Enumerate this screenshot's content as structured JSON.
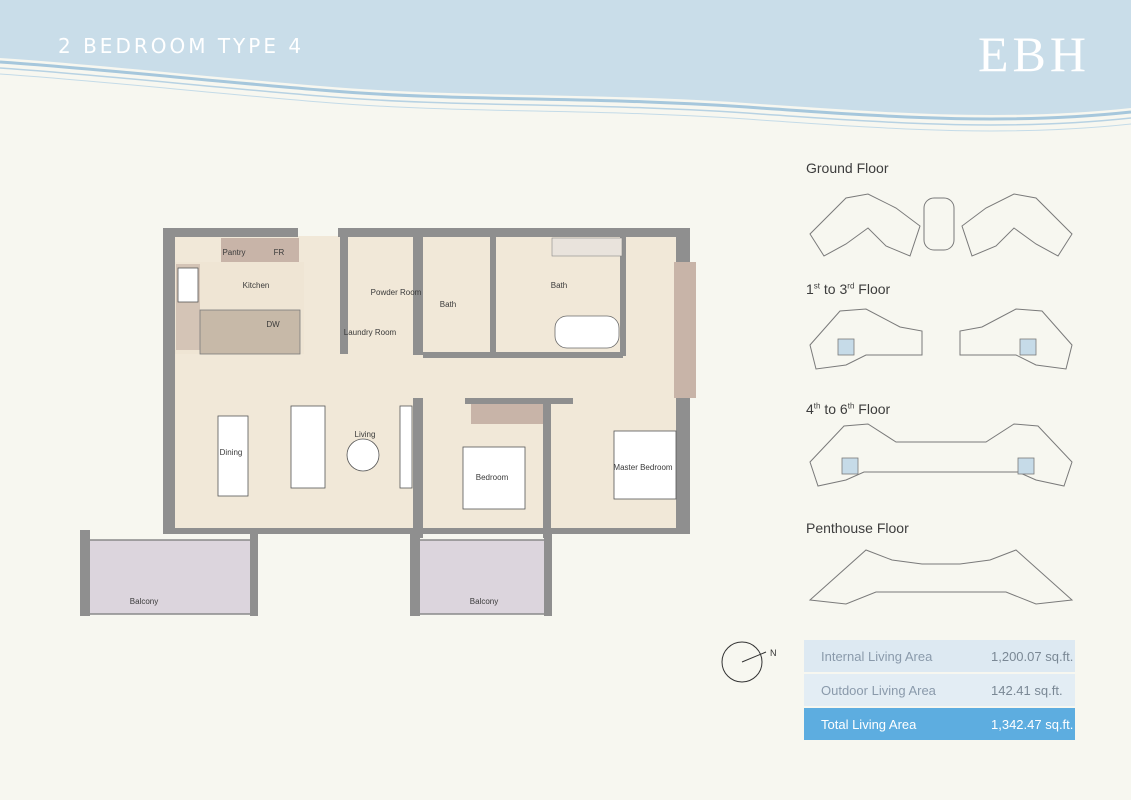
{
  "header": {
    "title": "2 BEDROOM TYPE 4",
    "logo": "EBH",
    "colors": {
      "sky": "#c9dde9",
      "wave": "#a6c7dc",
      "accent": "#5dade0"
    }
  },
  "floorplan": {
    "rooms": {
      "pantry": "Pantry",
      "fr": "FR",
      "kitchen": "Kitchen",
      "dw": "DW",
      "powder_room": "Powder Room",
      "laundry_room": "Laundry Room",
      "bath1": "Bath",
      "bath2": "Bath",
      "dining": "Dining",
      "living": "Living",
      "bedroom": "Bedroom",
      "master_bedroom": "Master Bedroom",
      "balcony1": "Balcony",
      "balcony2": "Balcony"
    }
  },
  "key_plans": {
    "ground": {
      "label": "Ground Floor"
    },
    "first_third": {
      "pre": "1",
      "sup1": "st",
      "mid": " to 3",
      "sup2": "rd",
      "post": " Floor"
    },
    "fourth_sixth": {
      "pre": "4",
      "sup1": "th",
      "mid": " to 6",
      "sup2": "th",
      "post": " Floor"
    },
    "penthouse": {
      "label": "Penthouse Floor"
    }
  },
  "compass": {
    "label": "N"
  },
  "areas": [
    {
      "label": "Internal Living Area",
      "value": "1,200.07 sq.ft."
    },
    {
      "label": "Outdoor Living Area",
      "value": "142.41 sq.ft."
    },
    {
      "label": "Total Living Area",
      "value": "1,342.47 sq.ft."
    }
  ]
}
